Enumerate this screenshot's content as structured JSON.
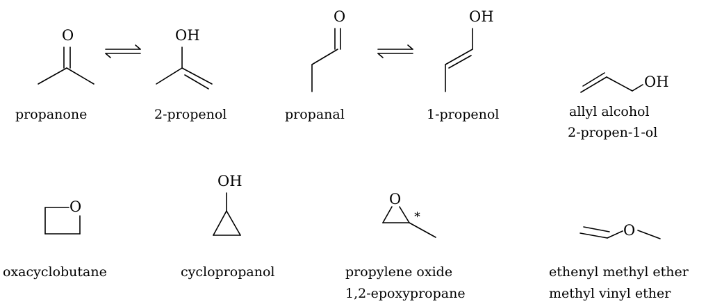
{
  "molecules": [
    {
      "id": "propanone",
      "name": "propanone",
      "atoms": [
        "O"
      ]
    },
    {
      "id": "2-propenol",
      "name": "2-propenol",
      "atoms": [
        "OH"
      ]
    },
    {
      "id": "propanal",
      "name": "propanal",
      "atoms": [
        "O"
      ]
    },
    {
      "id": "1-propenol",
      "name": "1-propenol",
      "atoms": [
        "OH"
      ]
    },
    {
      "id": "allyl-alcohol",
      "names": [
        "allyl alcohol",
        "2-propen-1-ol"
      ],
      "atoms": [
        "OH"
      ]
    },
    {
      "id": "oxacyclobutane",
      "name": "oxacyclobutane",
      "atoms": [
        "O"
      ]
    },
    {
      "id": "cyclopropanol",
      "name": "cyclopropanol",
      "atoms": [
        "OH"
      ]
    },
    {
      "id": "propylene-oxide",
      "names": [
        "propylene oxide",
        "1,2-epoxypropane"
      ],
      "atoms": [
        "O"
      ],
      "marker": "*"
    },
    {
      "id": "methyl-vinyl-ether",
      "names": [
        "ethenyl methyl ether",
        "methyl vinyl ether"
      ],
      "atoms": [
        "O"
      ]
    }
  ],
  "equilibria": [
    {
      "from": "propanone",
      "to": "2-propenol"
    },
    {
      "from": "propanal",
      "to": "1-propenol"
    }
  ]
}
